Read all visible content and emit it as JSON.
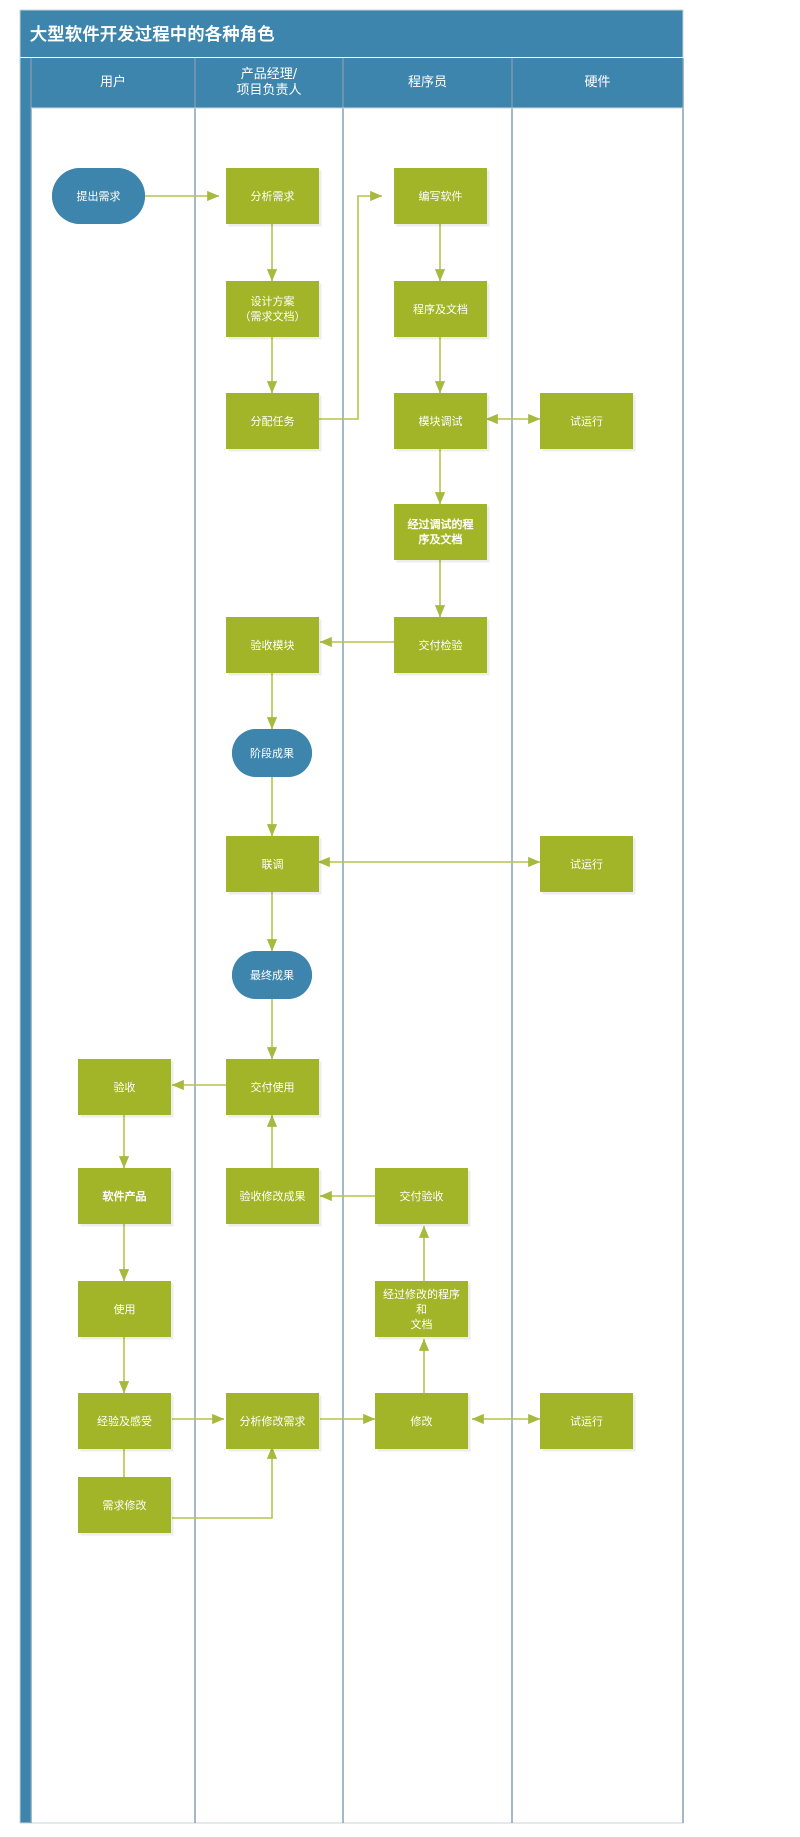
{
  "diagram": {
    "title": "大型软件开发过程中的各种角色",
    "colors": {
      "header": "#3d85ad",
      "process": "#a2b427",
      "terminator": "#3d85ad",
      "connector": "#b5c44e",
      "lane_divider": "#7d9bb0",
      "background": "#ffffff"
    },
    "lanes": [
      {
        "id": "user",
        "label": "用户"
      },
      {
        "id": "pm",
        "label": "产品经理/",
        "label2": "项目负责人"
      },
      {
        "id": "dev",
        "label": "程序员"
      },
      {
        "id": "hardware",
        "label": "硬件"
      }
    ],
    "nodes": [
      {
        "id": "n01",
        "lane": "user",
        "shape": "terminator",
        "label": "提出需求"
      },
      {
        "id": "n02",
        "lane": "pm",
        "shape": "process",
        "label": "分析需求"
      },
      {
        "id": "n03",
        "lane": "pm",
        "shape": "process",
        "label": "设计方案",
        "label2": "（需求文档）"
      },
      {
        "id": "n04",
        "lane": "pm",
        "shape": "process",
        "label": "分配任务"
      },
      {
        "id": "n05",
        "lane": "dev",
        "shape": "process",
        "label": "编写软件"
      },
      {
        "id": "n06",
        "lane": "dev",
        "shape": "process",
        "label": "程序及文档"
      },
      {
        "id": "n07",
        "lane": "dev",
        "shape": "process",
        "label": "模块调试"
      },
      {
        "id": "n08",
        "lane": "hardware",
        "shape": "process",
        "label": "试运行"
      },
      {
        "id": "n09",
        "lane": "dev",
        "shape": "predefined",
        "label": "经过调试的程",
        "label2": "序及文档"
      },
      {
        "id": "n10",
        "lane": "dev",
        "shape": "process",
        "label": "交付检验"
      },
      {
        "id": "n11",
        "lane": "pm",
        "shape": "process",
        "label": "验收模块"
      },
      {
        "id": "n12",
        "lane": "pm",
        "shape": "terminator",
        "label": "阶段成果"
      },
      {
        "id": "n13",
        "lane": "pm",
        "shape": "process",
        "label": "联调"
      },
      {
        "id": "n14",
        "lane": "hardware",
        "shape": "process",
        "label": "试运行"
      },
      {
        "id": "n15",
        "lane": "pm",
        "shape": "terminator",
        "label": "最终成果"
      },
      {
        "id": "n16",
        "lane": "pm",
        "shape": "process",
        "label": "交付使用"
      },
      {
        "id": "n17",
        "lane": "user",
        "shape": "process",
        "label": "验收"
      },
      {
        "id": "n18",
        "lane": "user",
        "shape": "predefined",
        "label": "软件产品"
      },
      {
        "id": "n19",
        "lane": "pm",
        "shape": "process",
        "label": "验收修改成果"
      },
      {
        "id": "n20",
        "lane": "dev",
        "shape": "process",
        "label": "交付验收"
      },
      {
        "id": "n21",
        "lane": "user",
        "shape": "process",
        "label": "使用"
      },
      {
        "id": "n22",
        "lane": "dev",
        "shape": "process",
        "label": "经过修改的程序和",
        "label2": "文档"
      },
      {
        "id": "n23",
        "lane": "user",
        "shape": "process",
        "label": "经验及感受"
      },
      {
        "id": "n24",
        "lane": "pm",
        "shape": "process",
        "label": "分析修改需求"
      },
      {
        "id": "n25",
        "lane": "dev",
        "shape": "process",
        "label": "修改"
      },
      {
        "id": "n26",
        "lane": "hardware",
        "shape": "process",
        "label": "试运行"
      },
      {
        "id": "n27",
        "lane": "user",
        "shape": "process",
        "label": "需求修改"
      }
    ],
    "edges": [
      {
        "from": "n01",
        "to": "n02",
        "kind": "straight-right"
      },
      {
        "from": "n02",
        "to": "n03",
        "kind": "straight-down"
      },
      {
        "from": "n03",
        "to": "n04",
        "kind": "straight-down"
      },
      {
        "from": "n04",
        "to": "n05",
        "kind": "elbow-up-right"
      },
      {
        "from": "n05",
        "to": "n06",
        "kind": "straight-down"
      },
      {
        "from": "n06",
        "to": "n07",
        "kind": "straight-down"
      },
      {
        "from": "n07",
        "to": "n08",
        "kind": "bidirectional"
      },
      {
        "from": "n07",
        "to": "n09",
        "kind": "straight-down"
      },
      {
        "from": "n09",
        "to": "n10",
        "kind": "straight-down"
      },
      {
        "from": "n10",
        "to": "n11",
        "kind": "straight-left"
      },
      {
        "from": "n11",
        "to": "n12",
        "kind": "straight-down"
      },
      {
        "from": "n12",
        "to": "n13",
        "kind": "straight-down"
      },
      {
        "from": "n14",
        "to": "n13",
        "kind": "bidirectional"
      },
      {
        "from": "n13",
        "to": "n15",
        "kind": "straight-down"
      },
      {
        "from": "n15",
        "to": "n16",
        "kind": "straight-down"
      },
      {
        "from": "n16",
        "to": "n17",
        "kind": "straight-left"
      },
      {
        "from": "n17",
        "to": "n18",
        "kind": "straight-down"
      },
      {
        "from": "n18",
        "to": "n21",
        "kind": "straight-down"
      },
      {
        "from": "n19",
        "to": "n16",
        "kind": "straight-up"
      },
      {
        "from": "n20",
        "to": "n19",
        "kind": "straight-left"
      },
      {
        "from": "n22",
        "to": "n20",
        "kind": "straight-up"
      },
      {
        "from": "n21",
        "to": "n23",
        "kind": "straight-down"
      },
      {
        "from": "n23",
        "to": "n24",
        "kind": "straight-right"
      },
      {
        "from": "n24",
        "to": "n25",
        "kind": "straight-right"
      },
      {
        "from": "n25",
        "to": "n26",
        "kind": "bidirectional"
      },
      {
        "from": "n25",
        "to": "n22",
        "kind": "straight-up"
      },
      {
        "from": "n23",
        "to": "n27",
        "kind": "straight-down"
      },
      {
        "from": "n27",
        "to": "n24",
        "kind": "elbow-right-up"
      }
    ]
  }
}
